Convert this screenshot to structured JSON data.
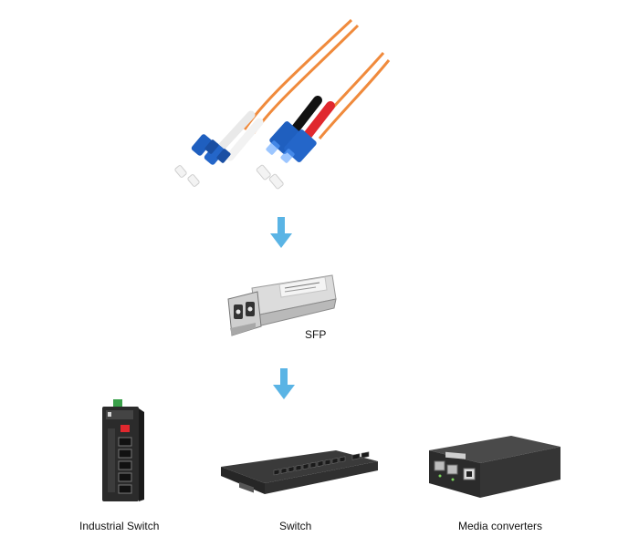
{
  "diagram": {
    "sfp_label": "SFP",
    "devices": [
      {
        "label": "Industrial Switch"
      },
      {
        "label": "Switch"
      },
      {
        "label": "Media converters"
      }
    ]
  },
  "colors": {
    "arrow": "#5ab4e5",
    "cable": "#f08a3c",
    "connector_blue": "#1f5fbf",
    "boot_red": "#e0282e",
    "boot_black": "#111111",
    "device_dark": "#2b2b2b"
  },
  "icons": [
    "fiber-patch-cable-icon",
    "down-arrow-icon",
    "sfp-module-icon",
    "industrial-switch-icon",
    "rack-switch-icon",
    "media-converter-icon"
  ]
}
